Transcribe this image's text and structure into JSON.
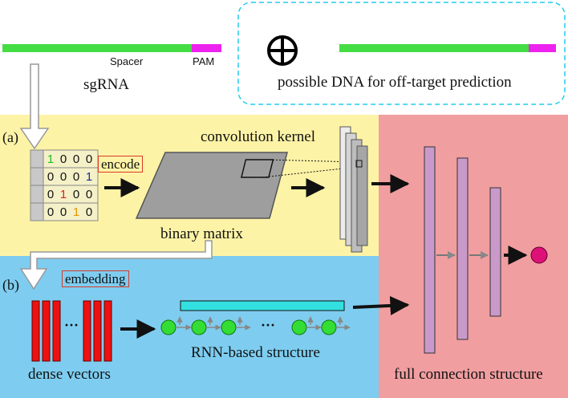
{
  "top": {
    "spacer_label": "Spacer",
    "pam_label": "PAM",
    "sgrna_label": "sgRNA",
    "dna_label": "possible DNA for off-target prediction",
    "plus_symbol": "⊕"
  },
  "section_a": {
    "tag": "(a)",
    "encode_label": "encode",
    "binary_matrix_label": "binary matrix",
    "conv_kernel_label": "convolution kernel",
    "matrix": [
      [
        {
          "v": "1",
          "c": "#22bb22"
        },
        {
          "v": "0",
          "c": "#111111"
        },
        {
          "v": "0",
          "c": "#111111"
        },
        {
          "v": "0",
          "c": "#111111"
        }
      ],
      [
        {
          "v": "0",
          "c": "#111111"
        },
        {
          "v": "0",
          "c": "#111111"
        },
        {
          "v": "0",
          "c": "#111111"
        },
        {
          "v": "1",
          "c": "#1a2a9a"
        }
      ],
      [
        {
          "v": "0",
          "c": "#111111"
        },
        {
          "v": "1",
          "c": "#dd2222"
        },
        {
          "v": "0",
          "c": "#111111"
        },
        {
          "v": "0",
          "c": "#111111"
        }
      ],
      [
        {
          "v": "0",
          "c": "#111111"
        },
        {
          "v": "0",
          "c": "#111111"
        },
        {
          "v": "1",
          "c": "#e69500"
        },
        {
          "v": "0",
          "c": "#111111"
        }
      ]
    ]
  },
  "section_b": {
    "tag": "(b)",
    "embedding_label": "embedding",
    "dense_vectors_label": "dense vectors",
    "rnn_label": "RNN-based structure",
    "dots": "···"
  },
  "fc": {
    "label": "full connection structure"
  },
  "colors": {
    "spacer_green": "#44dd44",
    "pam_magenta": "#ee22ee",
    "panel_yellow": "#fdf3a6",
    "panel_blue": "#7ecdf0",
    "panel_pink": "#f19ea0",
    "fc_bar": "#c99ac9",
    "output_node": "#dd1177",
    "rnn_node": "#33dd33",
    "rnn_bar": "#33e0e0",
    "dense_red": "#ee1111"
  }
}
